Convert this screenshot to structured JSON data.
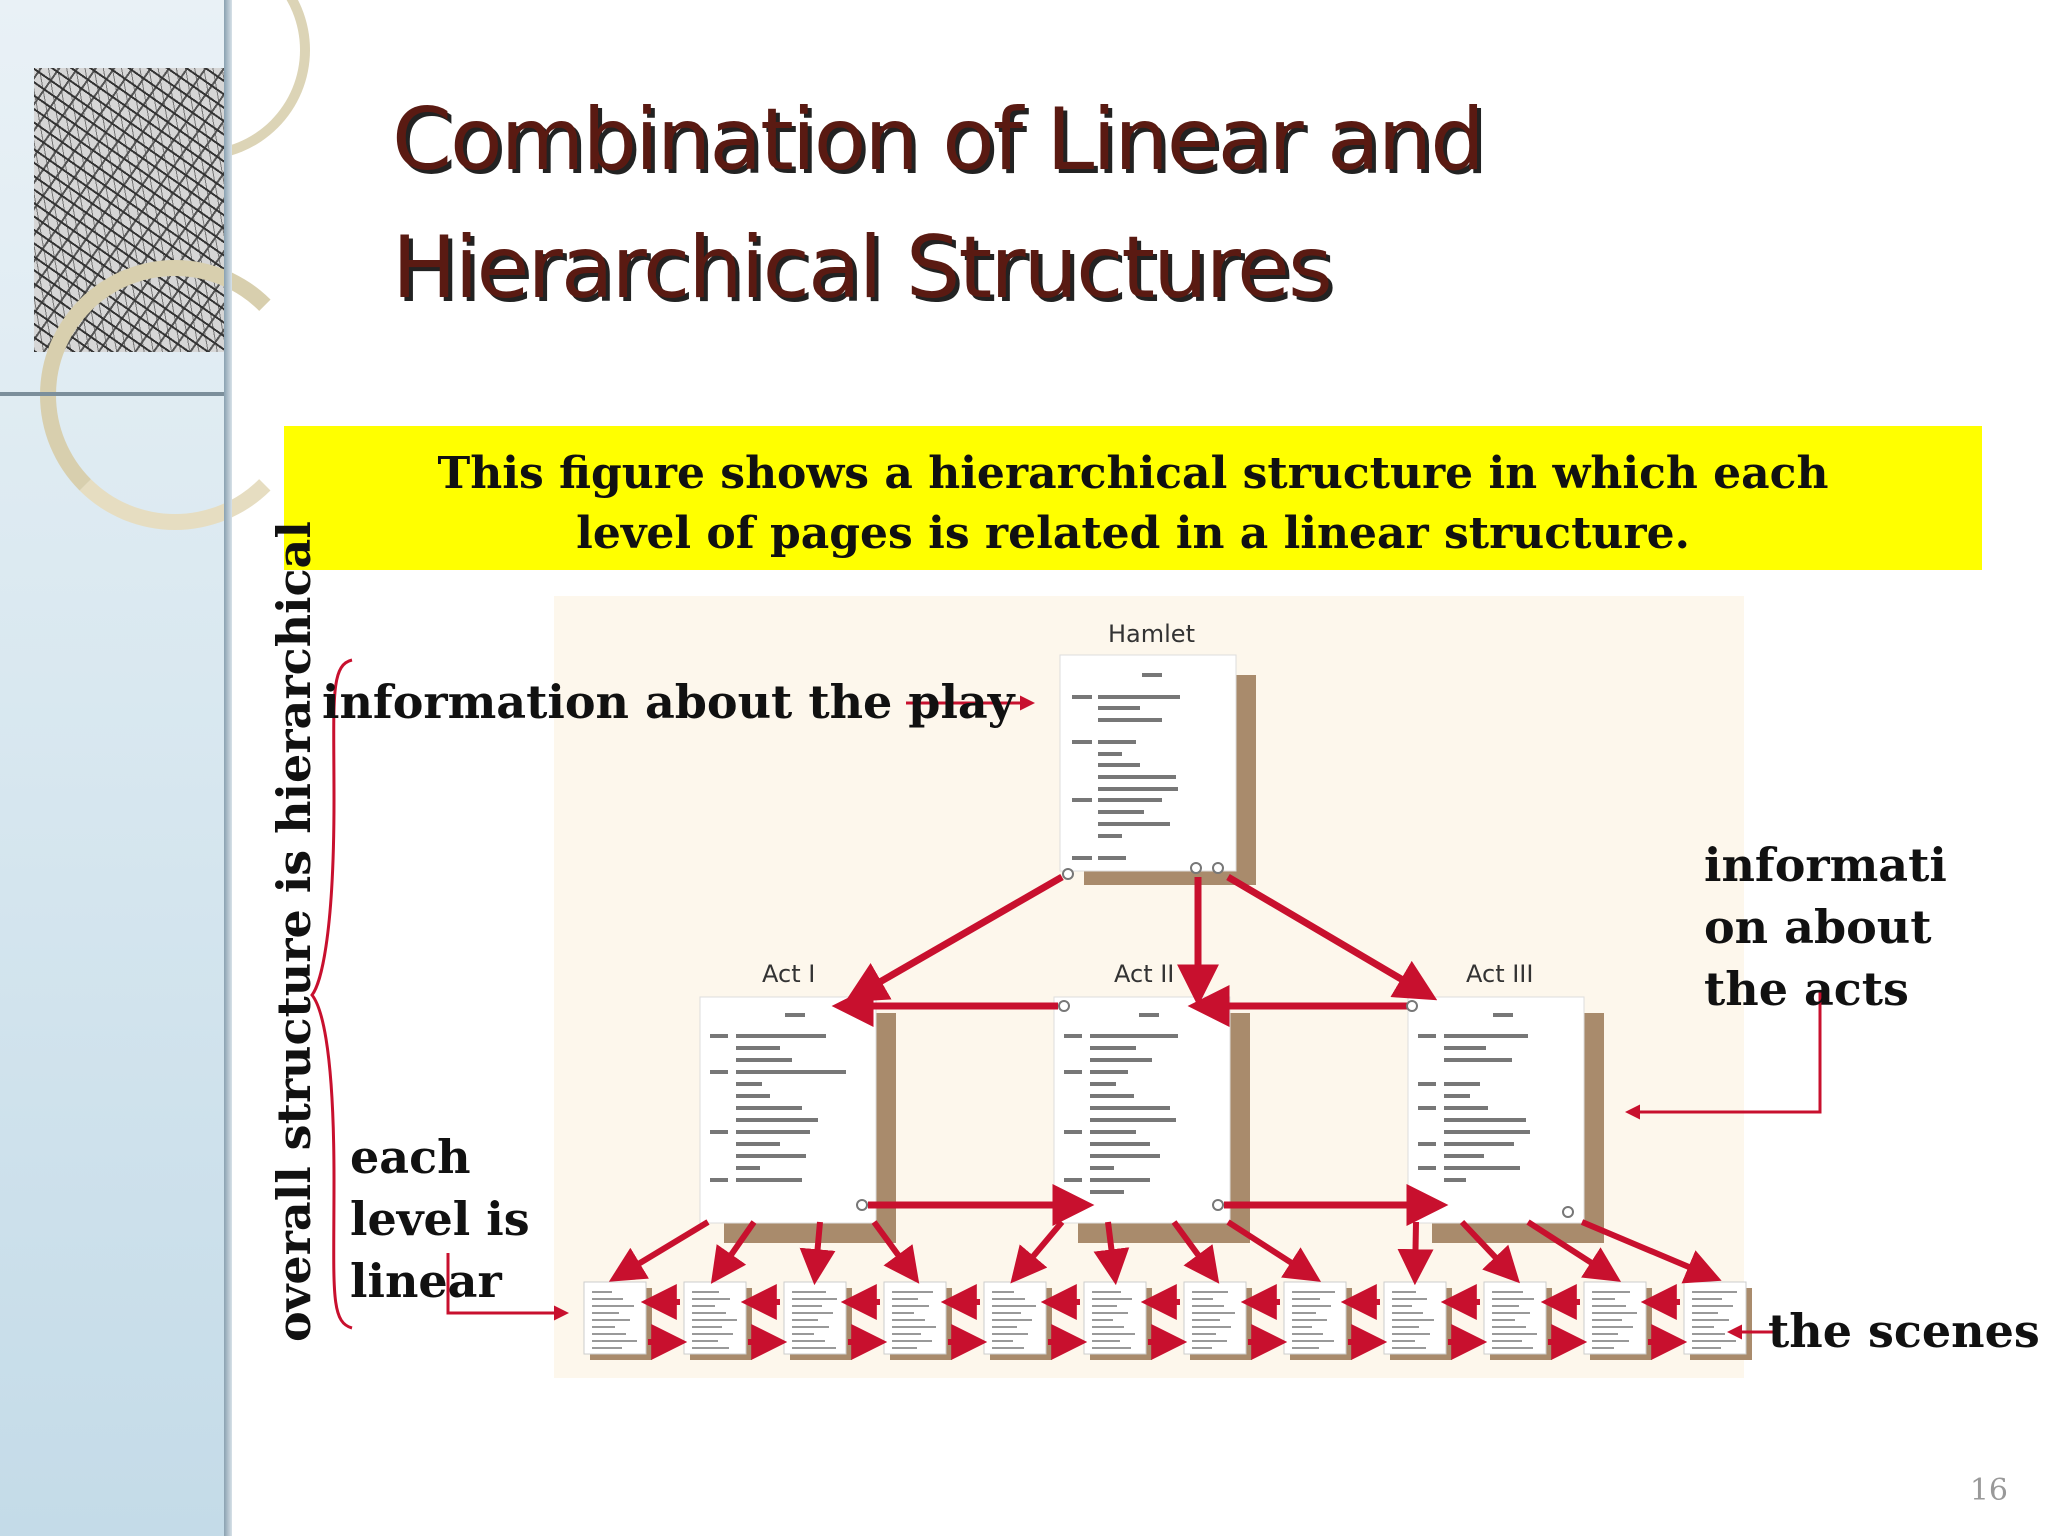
{
  "slide": {
    "title_line1": "Combination of Linear and",
    "title_line2": "Hierarchical Structures",
    "caption": "This figure shows a hierarchical structure in which each level of pages is related in a linear structure.",
    "page_number": "16"
  },
  "labels": {
    "play_info": "information about the play",
    "acts_info_1": "informati",
    "acts_info_2": "on about",
    "acts_info_3": "the acts",
    "each_level_1": "each",
    "each_level_2": "level is",
    "each_level_3": "linear",
    "scenes": "the scenes",
    "overall": "overall structure is hierarchical"
  },
  "diagram": {
    "root": "Hamlet",
    "acts": [
      "Act I",
      "Act II",
      "Act III"
    ],
    "scene_count": 12
  },
  "colors": {
    "arrow": "#c8102e",
    "banner": "#ffff00",
    "title": "#5a1a12",
    "page_shadow": "#a98b6c"
  }
}
